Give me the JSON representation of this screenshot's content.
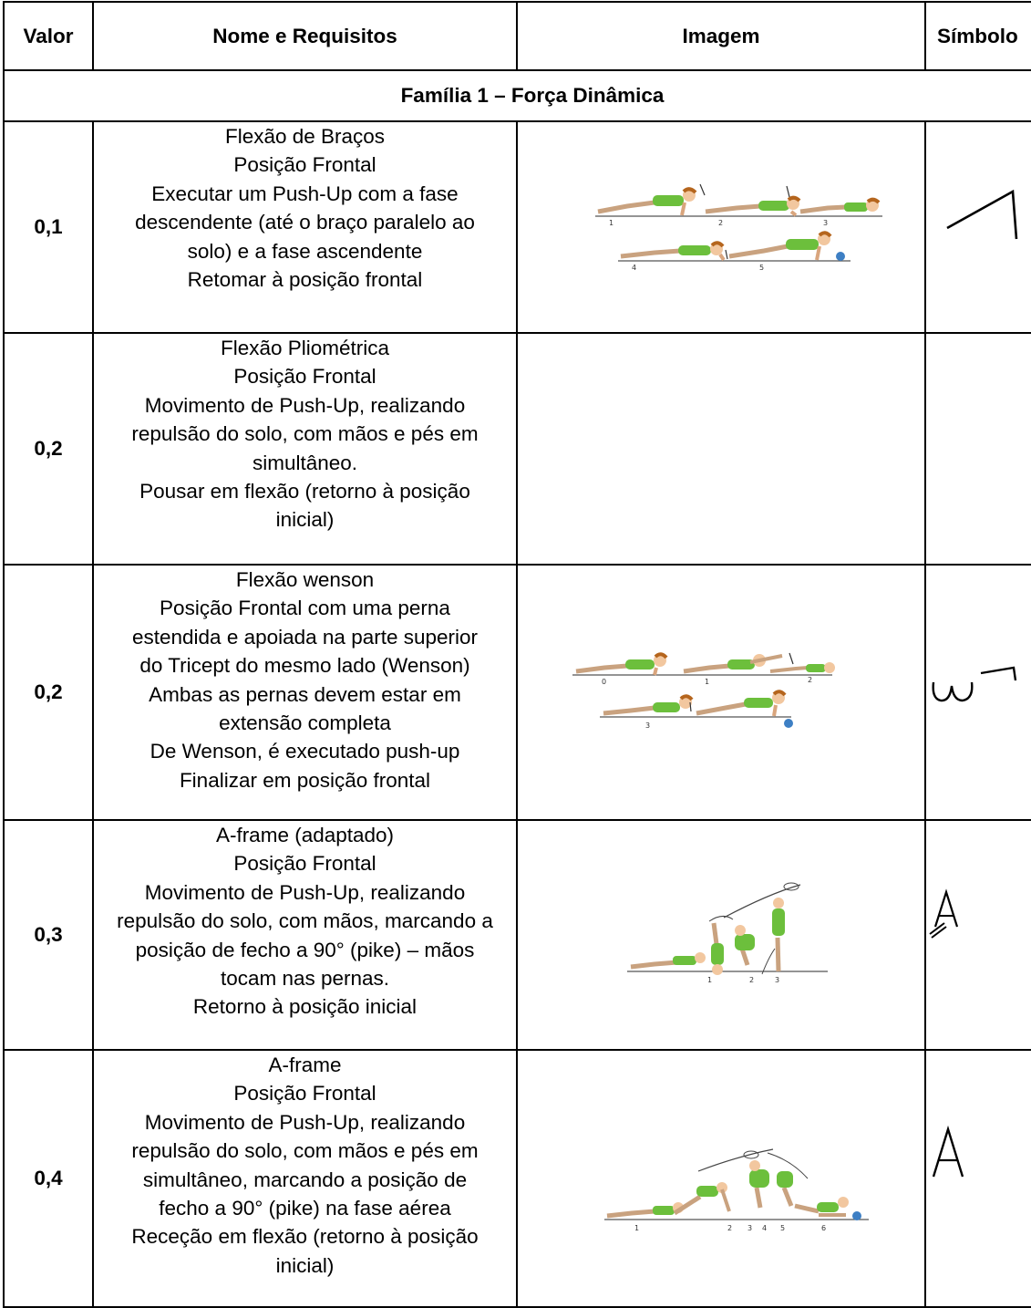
{
  "headers": {
    "valor": "Valor",
    "nome": "Nome e Requisitos",
    "imagem": "Imagem",
    "simbolo": "Símbolo"
  },
  "family_title": "Família 1 – Força Dinâmica",
  "rows": [
    {
      "valor": "0,1",
      "lines": [
        "Flexão de Braços",
        "Posição Frontal",
        "Executar um Push-Up com a fase",
        "descendente (até o braço paralelo ao",
        "solo) e a fase ascendente",
        "Retomar à posição frontal"
      ],
      "figure_numbers": [
        "1",
        "2",
        "3",
        "4",
        "5"
      ]
    },
    {
      "valor": "0,2",
      "lines": [
        "Flexão Pliométrica",
        "Posição Frontal",
        "Movimento de Push-Up, realizando",
        "repulsão do solo, com mãos e pés em",
        "simultâneo.",
        "Pousar em flexão (retorno à posição",
        "inicial)"
      ],
      "figure_numbers": []
    },
    {
      "valor": "0,2",
      "lines": [
        "Flexão wenson",
        "Posição Frontal com uma perna",
        "estendida e apoiada na parte superior",
        "do Tricept do mesmo lado (Wenson)",
        "Ambas as pernas devem estar em",
        "extensão completa",
        "De Wenson, é executado push-up",
        "Finalizar em posição frontal"
      ],
      "figure_numbers": [
        "0",
        "1",
        "2",
        "3"
      ]
    },
    {
      "valor": "0,3",
      "lines": [
        "A-frame (adaptado)",
        "Posição Frontal",
        "Movimento de Push-Up, realizando",
        "repulsão do solo, com mãos, marcando a",
        "posição de fecho a 90° (pike) – mãos",
        "tocam nas pernas.",
        "Retorno à posição inicial"
      ],
      "figure_numbers": [
        "1",
        "2",
        "3"
      ]
    },
    {
      "valor": "0,4",
      "lines": [
        "A-frame",
        "Posição Frontal",
        "Movimento de Push-Up, realizando",
        "repulsão do solo, com mãos e pés em",
        "simultâneo, marcando a posição de",
        "fecho a 90° (pike) na fase aérea",
        "Receção em flexão (retorno à posição",
        "inicial)"
      ],
      "figure_numbers": [
        "1",
        "2",
        "3",
        "4",
        "5",
        "6"
      ]
    }
  ],
  "colors": {
    "shirt": "#6cbf3c",
    "skin": "#f2c79f",
    "hair": "#b5651d",
    "ball": "#3d7fc4"
  }
}
